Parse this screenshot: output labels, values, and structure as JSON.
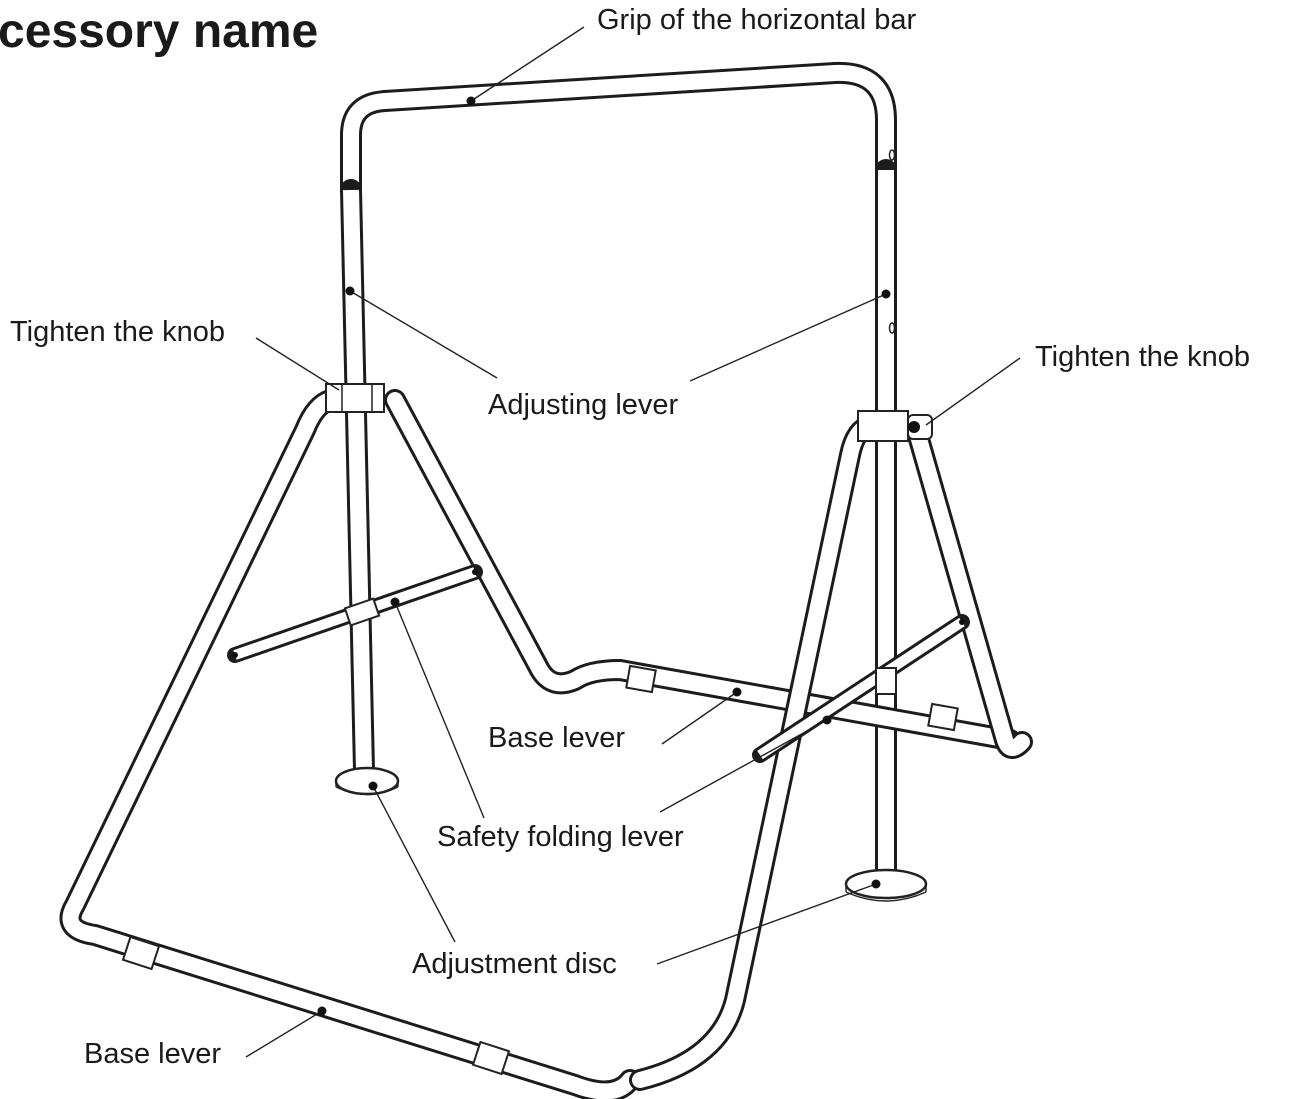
{
  "title": "cessory name",
  "labels": {
    "grip": "Grip of the horizontal bar",
    "tighten_left": "Tighten the knob",
    "tighten_right": "Tighten the knob",
    "adjusting_lever": "Adjusting lever",
    "base_lever_center": "Base lever",
    "safety_folding_lever": "Safety folding lever",
    "adjustment_disc": "Adjustment disc",
    "base_lever_bottom": "Base lever"
  },
  "colors": {
    "line": "#1c1c1c",
    "text": "#1a1a1a",
    "background": "#ffffff"
  }
}
